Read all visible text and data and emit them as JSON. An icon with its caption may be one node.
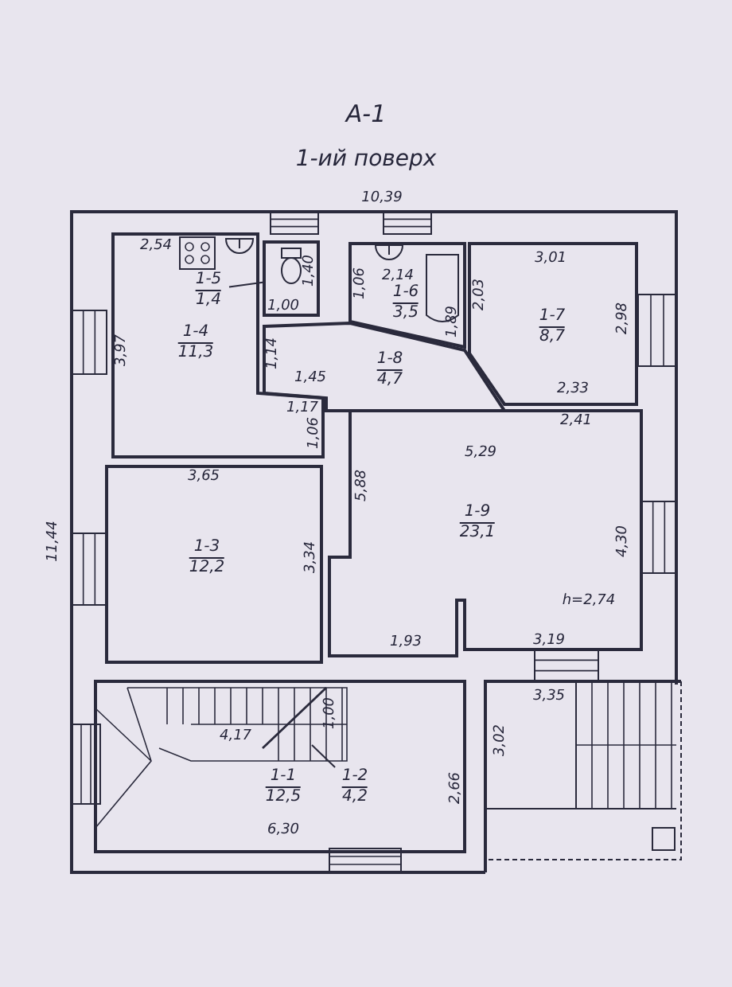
{
  "diagram": {
    "title": "А-1",
    "nodes": [
      {
        "text": [],
        "shape": "box"
      },
      {
        "text": [
          "1-6",
          "3,5"
        ]
      },
      {
        "text": [
          "1-7",
          "8,7"
        ]
      },
      {
        "text": [
          "1-4",
          "11,3"
        ]
      },
      {
        "text": [
          "1-5",
          "1,4"
        ],
        "in": 3
      },
      {
        "text": [
          "1-8",
          "4,7"
        ]
      },
      {
        "text": [
          "1-9",
          "23,1"
        ]
      },
      {
        "text": [
          "1-3",
          "12,2"
        ]
      },
      {
        "text": [
          "1-1",
          "12,5"
        ]
      },
      {
        "text": [
          "1-2",
          "4,2"
        ],
        "in": 8
      }
    ],
    "edges": [
      {
        "from": 4,
        "to": 0,
        "arrow": "none"
      },
      {
        "from": 9,
        "to": null,
        "arrow": "none"
      }
    ],
    "labels": [
      "1-ий поверх",
      "10,39",
      "2,54",
      "3,01",
      "1,40",
      "2,14",
      "1,06",
      "2,03",
      "1,00",
      "1,89",
      "2,98",
      "3,97",
      "1,14",
      "1,45",
      "2,33",
      "1,17",
      "2,41",
      "1,06",
      "5,29",
      "3,65",
      "5,88",
      "11,44",
      "4,30",
      "3,34",
      "h=2,74",
      "1,93",
      "3,19",
      "3,35",
      "1,00",
      "4,17",
      "3,02",
      "2,66",
      "6,30"
    ]
  }
}
